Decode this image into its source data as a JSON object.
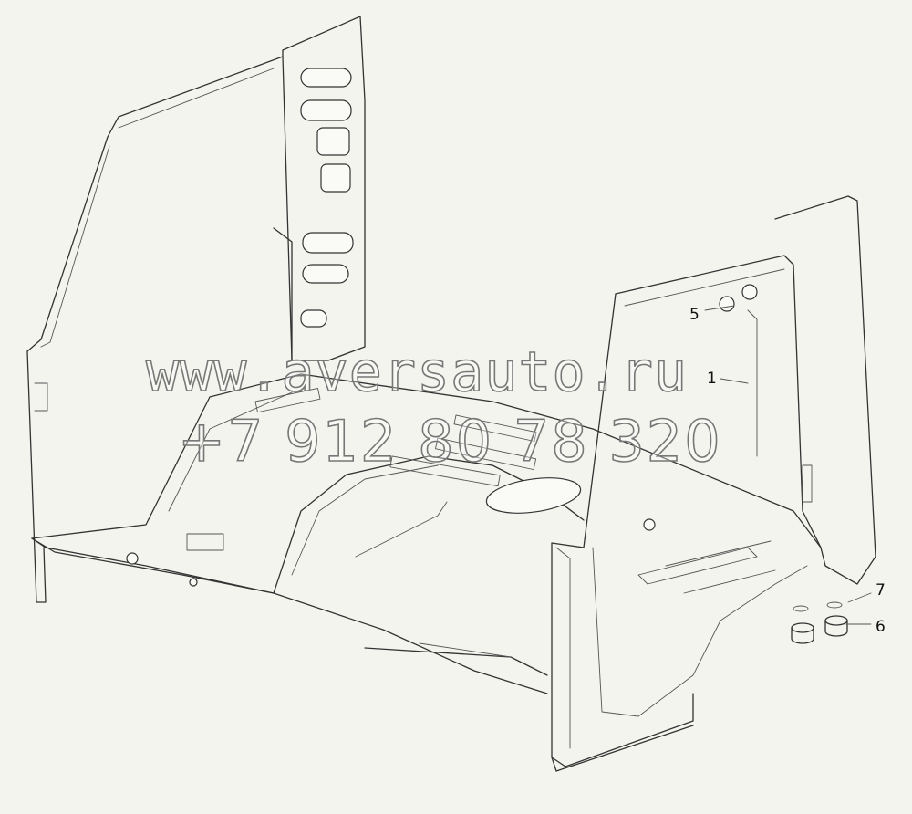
{
  "callouts": [
    {
      "id": "1",
      "label": "1"
    },
    {
      "id": "5",
      "label": "5"
    },
    {
      "id": "6",
      "label": "6"
    },
    {
      "id": "7",
      "label": "7"
    }
  ],
  "watermark": {
    "url": "www.aversauto.ru",
    "phone": "+7 912 80 78 320"
  }
}
